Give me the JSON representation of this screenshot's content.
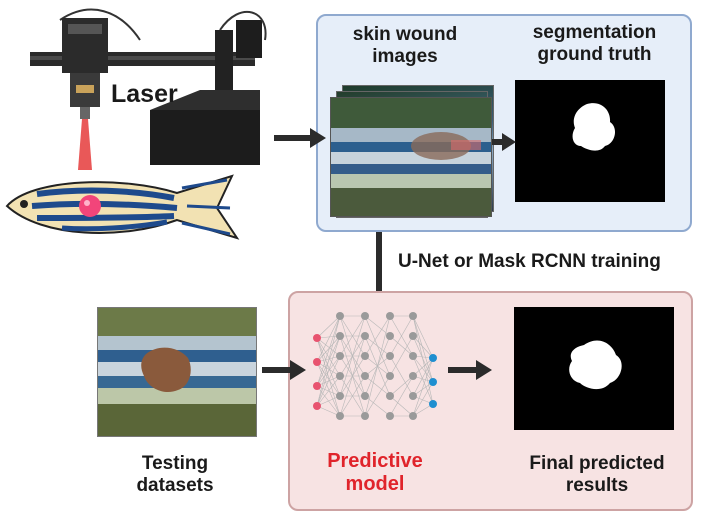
{
  "labels": {
    "laser": "Laser",
    "skin_wound_images": "skin wound\nimages",
    "segmentation_ground_truth": "segmentation\nground truth",
    "training": "U-Net or Mask RCNN training",
    "testing_datasets": "Testing\ndatasets",
    "predictive_model": "Predictive\nmodel",
    "final_predicted_results": "Final predicted\nresults"
  },
  "colors": {
    "top_panel_bg": "#e6eef9",
    "top_panel_border": "#8fa9cf",
    "bottom_panel_bg": "#f7e3e3",
    "bottom_panel_border": "#cda3a3",
    "predictive_text": "#e0242b",
    "arrow": "#2b2b2b"
  }
}
